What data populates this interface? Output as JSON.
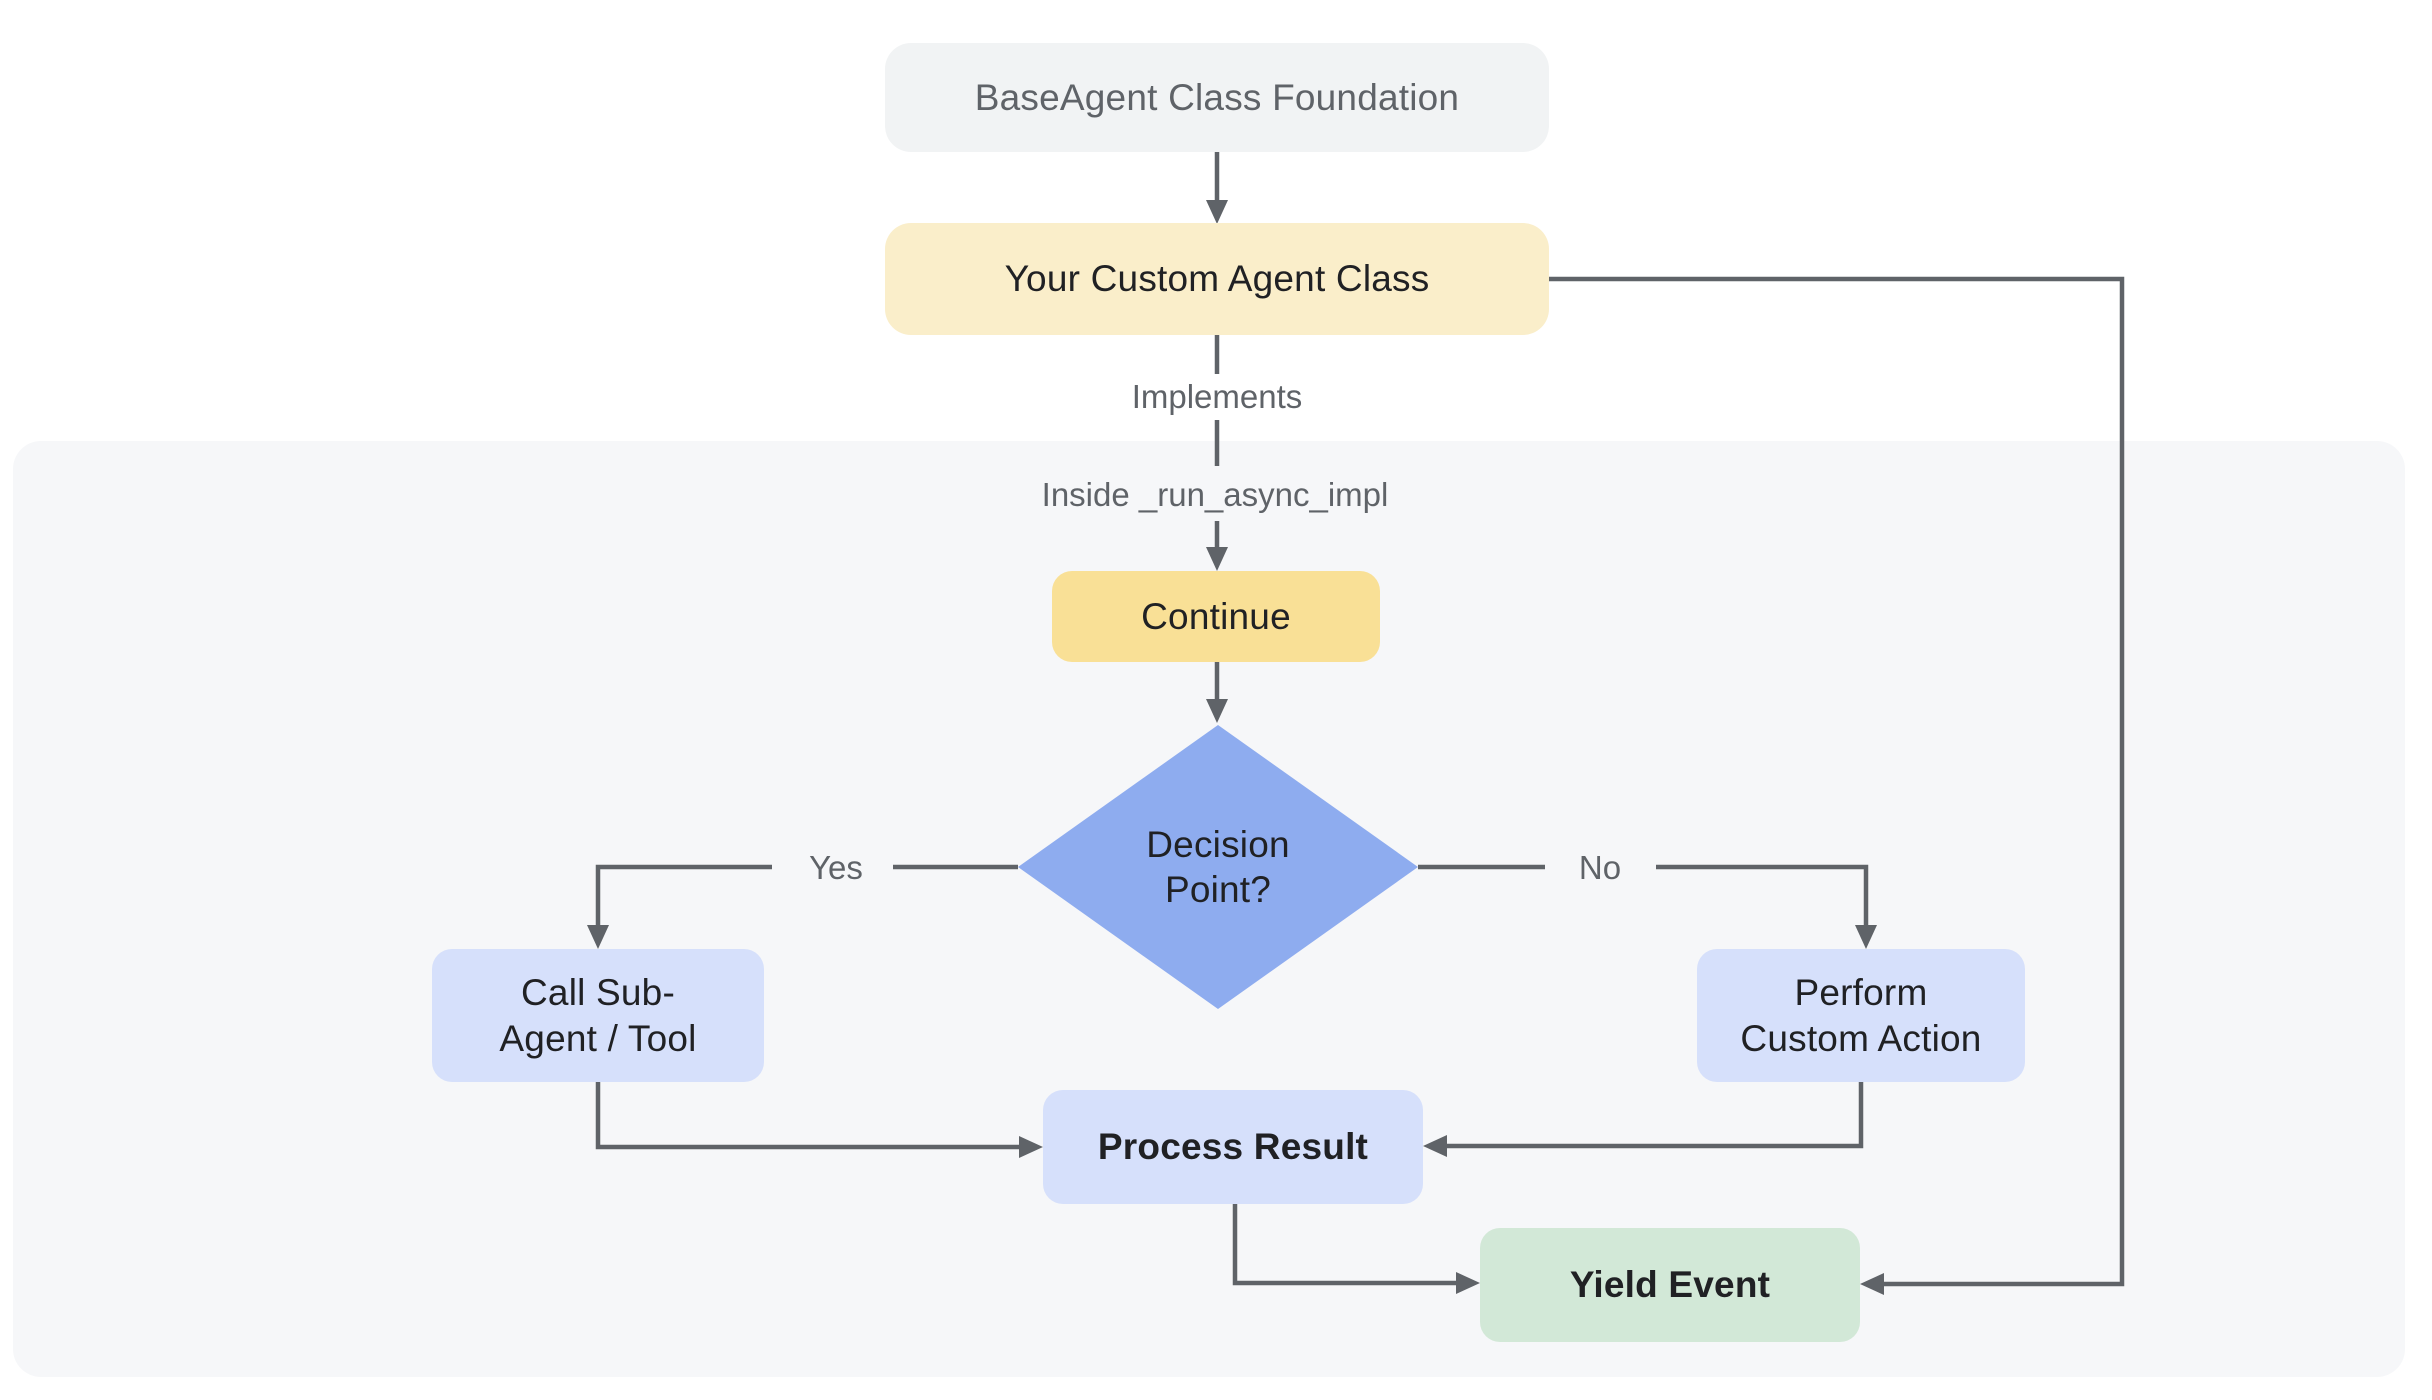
{
  "diagram": {
    "nodes": {
      "base_agent": {
        "label": "BaseAgent Class Foundation"
      },
      "custom_agent": {
        "label": "Your Custom Agent Class"
      },
      "continue_step": {
        "label": "Continue"
      },
      "decision": {
        "label": "Decision\nPoint?"
      },
      "call_sub_agent": {
        "label": "Call Sub-\nAgent / Tool"
      },
      "perform_custom_action": {
        "label": "Perform\nCustom Action"
      },
      "process_result": {
        "label": "Process Result"
      },
      "yield_event": {
        "label": "Yield Event"
      }
    },
    "edge_labels": {
      "implements": "Implements",
      "inside_run_async_impl": "Inside _run_async_impl",
      "yes": "Yes",
      "no": "No"
    },
    "colors": {
      "foundation_box": "#F1F3F4",
      "custom_agent_box": "#FAEECA",
      "continue_box": "#F9E096",
      "decision_diamond": "#8EACEF",
      "action_box": "#D6E0FB",
      "yield_box": "#D2E8D7",
      "panel_background": "#F6F7F9",
      "connector": "#5F6368",
      "text_dark": "#202124",
      "text_gray": "#5F6368"
    }
  }
}
